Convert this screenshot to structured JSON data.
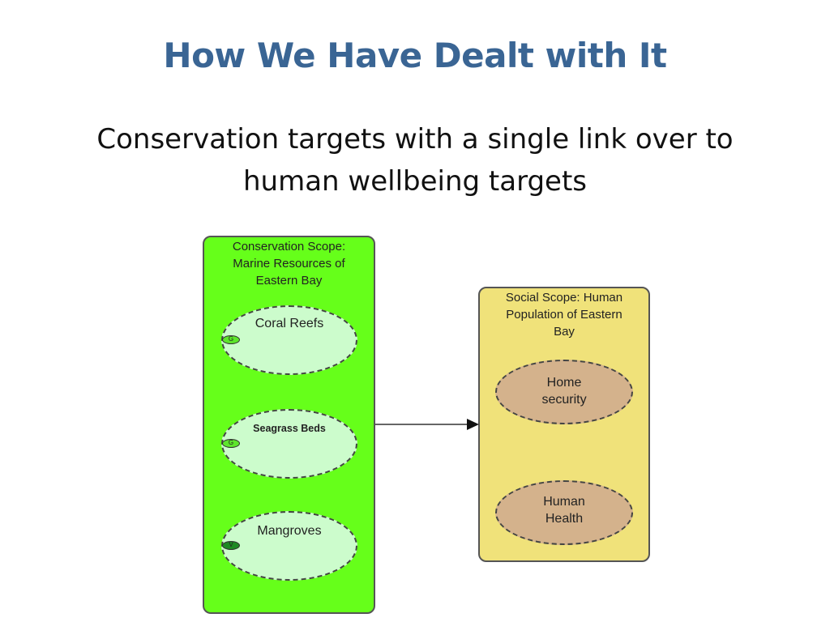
{
  "slide": {
    "title": "How We Have Dealt with It",
    "subtitle_line1": "Conservation targets with a single link over to",
    "subtitle_line2": "human wellbeing targets"
  },
  "conservation_scope": {
    "title_line1": "Conservation Scope:",
    "title_line2": "Marine Resources of",
    "title_line3": "Eastern Bay",
    "color": "#66ff1a",
    "targets": [
      {
        "label": "Coral Reefs",
        "badge": "G"
      },
      {
        "label": "Seagrass Beds",
        "badge": "G"
      },
      {
        "label": "Mangroves",
        "badge": "V"
      }
    ]
  },
  "social_scope": {
    "title_line1": "Social Scope: Human",
    "title_line2": "Population of Eastern",
    "title_line3": "Bay",
    "color": "#f0e27a",
    "targets": [
      {
        "label_line1": "Home",
        "label_line2": "security"
      },
      {
        "label_line1": "Human",
        "label_line2": "Health"
      }
    ]
  },
  "link": {
    "from": "Conservation Scope",
    "to": "Social Scope"
  }
}
